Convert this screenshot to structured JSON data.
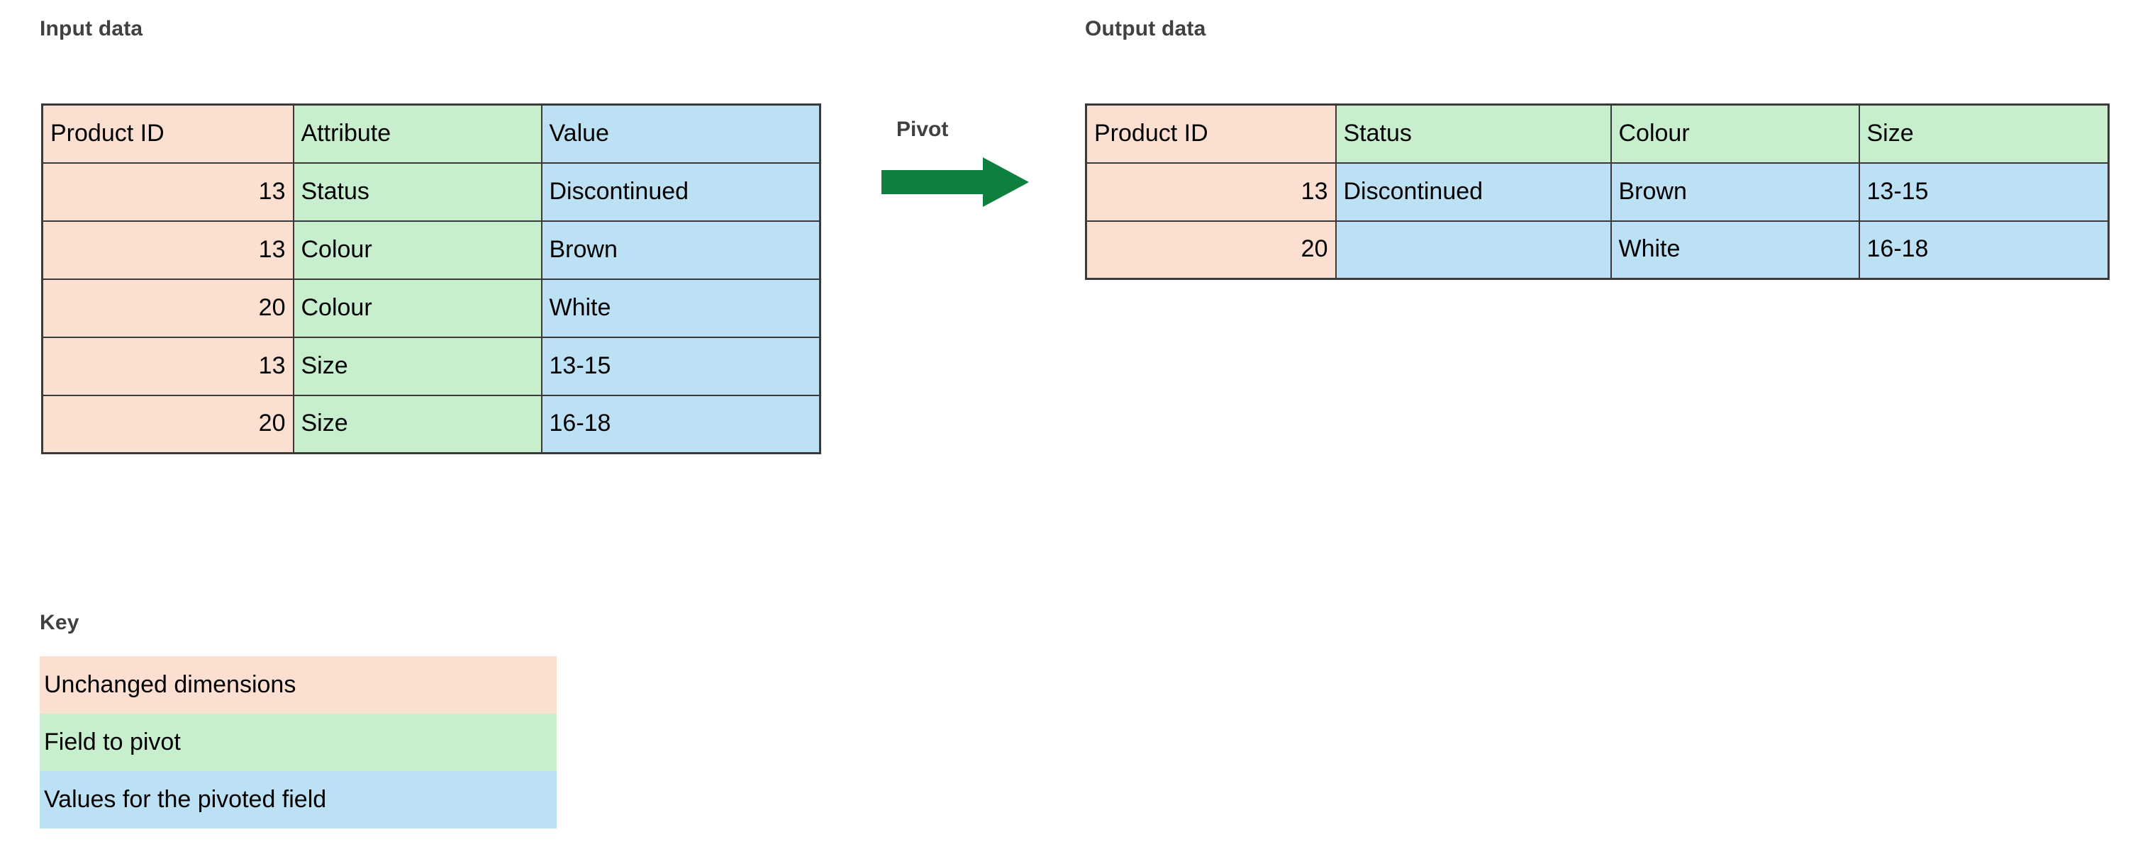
{
  "input_section": {
    "title": "Input data",
    "columns": [
      "Product ID",
      "Attribute",
      "Value"
    ],
    "rows": [
      {
        "product_id": "13",
        "attribute": "Status",
        "value": "Discontinued"
      },
      {
        "product_id": "13",
        "attribute": "Colour",
        "value": "Brown"
      },
      {
        "product_id": "20",
        "attribute": "Colour",
        "value": "White"
      },
      {
        "product_id": "13",
        "attribute": "Size",
        "value": "13-15"
      },
      {
        "product_id": "20",
        "attribute": "Size",
        "value": "16-18"
      }
    ]
  },
  "transform": {
    "label": "Pivot",
    "arrow_icon": "arrow-right-icon",
    "arrow_color": "#0d8040"
  },
  "output_section": {
    "title": "Output data",
    "columns": [
      "Product ID",
      "Status",
      "Colour",
      "Size"
    ],
    "rows": [
      {
        "product_id": "13",
        "status": "Discontinued",
        "colour": "Brown",
        "size": "13-15"
      },
      {
        "product_id": "20",
        "status": "",
        "colour": "White",
        "size": "16-18"
      }
    ]
  },
  "key_section": {
    "title": "Key",
    "items": [
      {
        "label": "Unchanged dimensions",
        "color": "#fbe0d2"
      },
      {
        "label": "Field to pivot",
        "color": "#c7efce"
      },
      {
        "label": "Values for the pivoted field",
        "color": "#bce0f4"
      }
    ]
  },
  "colors": {
    "unchanged_dimensions": "#fbe0d2",
    "field_to_pivot": "#c7efce",
    "pivoted_values": "#bce0f4",
    "border": "#3a3a3a",
    "heading_text": "#404040",
    "arrow_green": "#0d8040"
  }
}
